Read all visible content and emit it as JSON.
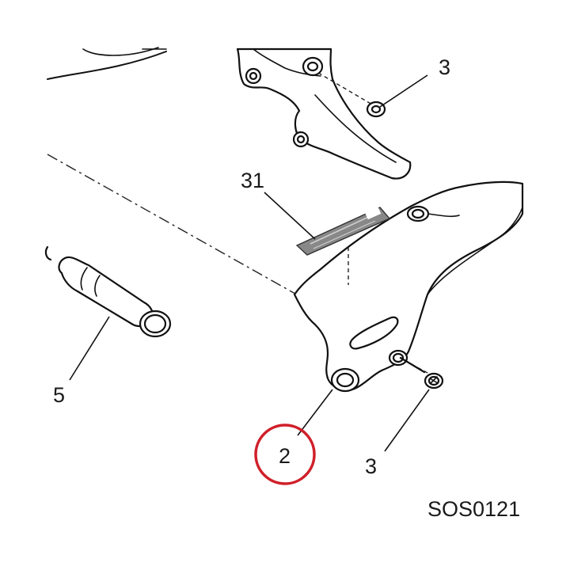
{
  "callouts": {
    "top_right_fastener": "3",
    "decal": "31",
    "pin": "5",
    "highlighted_part": "2",
    "bottom_fastener": "3"
  },
  "drawing_code": "SOS0121",
  "highlight_color": "#d0202a"
}
